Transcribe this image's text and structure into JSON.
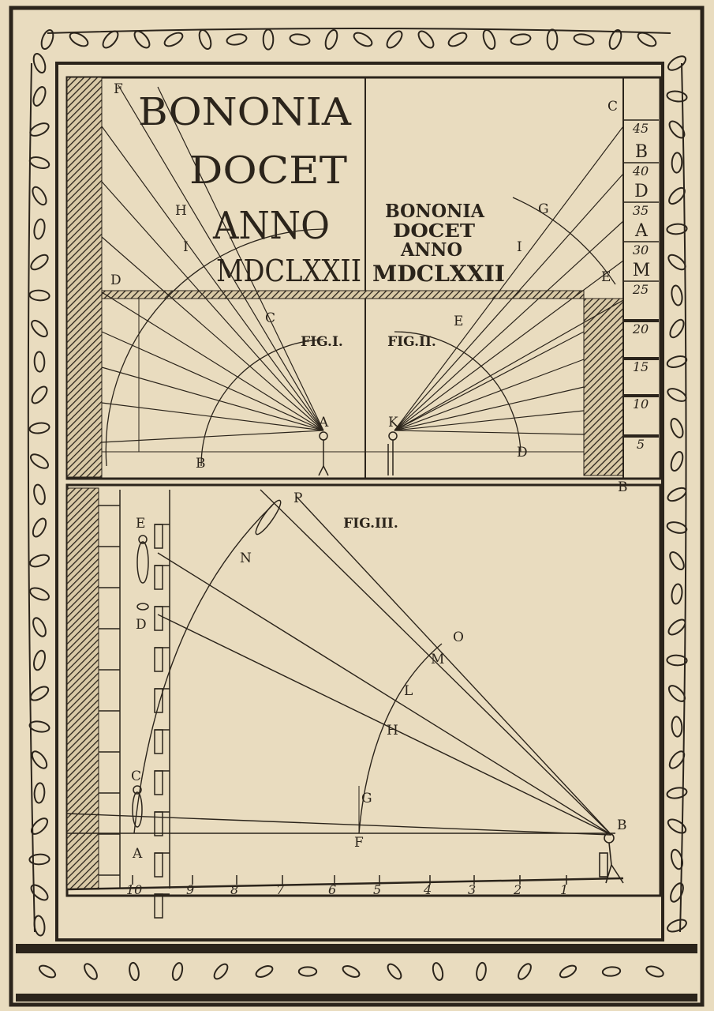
{
  "plate": {
    "title_large": [
      "BONONIA",
      "DOCET",
      "ANNO",
      "MDCLXXII"
    ],
    "title_small": [
      "BONONIA",
      "DOCET",
      "ANNO",
      "MDCLXXII"
    ],
    "figures": {
      "fig1": "FIG.I.",
      "fig2": "FIG.II.",
      "fig3": "FIG.III."
    }
  },
  "fig1_labels": {
    "F": "F",
    "H": "H",
    "I": "I",
    "D": "D",
    "C": "C",
    "A": "A",
    "B": "B"
  },
  "fig2_labels": {
    "C": "C",
    "G": "G",
    "I": "I",
    "E_upper": "E",
    "E_lower": "E",
    "K": "K",
    "D": "D",
    "B": "B"
  },
  "side_scale": {
    "numbers": [
      "45",
      "40",
      "35",
      "30",
      "25",
      "20",
      "15",
      "10",
      "5"
    ],
    "letters": [
      "B",
      "D",
      "A",
      "M"
    ]
  },
  "fig3_labels": {
    "E": "E",
    "D": "D",
    "C": "C",
    "A": "A",
    "B": "B",
    "F": "F",
    "G": "G",
    "H": "H",
    "L": "L",
    "M": "M",
    "O": "O",
    "N": "N",
    "P": "P"
  },
  "bottom_scale": [
    "10",
    "9",
    "8",
    "7",
    "6",
    "5",
    "4",
    "3",
    "2",
    "1"
  ],
  "colors": {
    "paper": "#e9dcbf",
    "ink": "#2b241b"
  }
}
